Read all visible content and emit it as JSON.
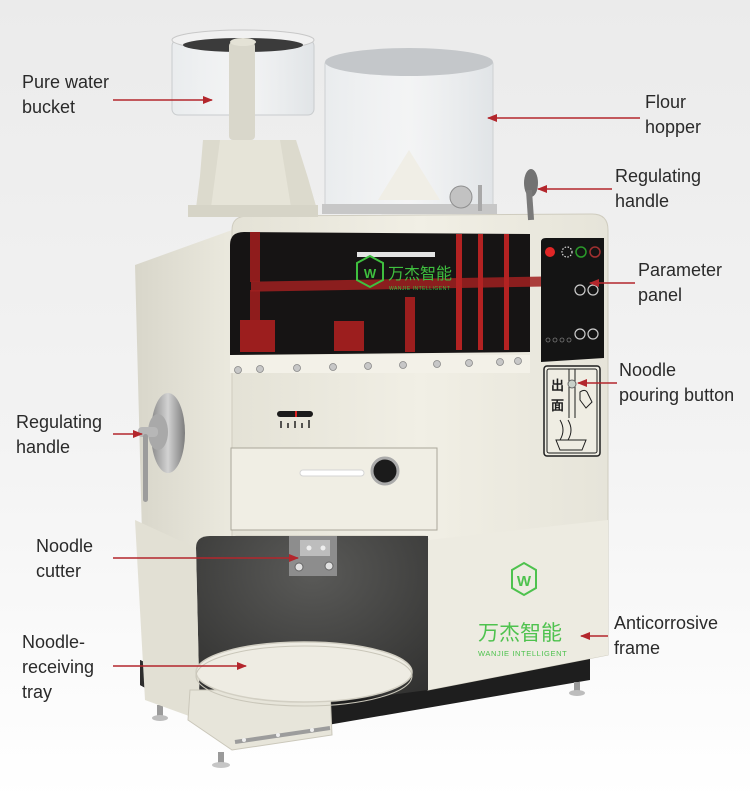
{
  "diagram": {
    "subject": "Noodle making machine",
    "accent_color": "#b3262c",
    "brand_color": "#3fbf3f",
    "brand": {
      "name_cn": "万杰智能",
      "name_en": "WANJIE INTELLIGENT",
      "logo_letter": "W"
    },
    "panel_button_text": {
      "vertical_cn_1": "出",
      "vertical_cn_2": "面"
    },
    "labels": [
      {
        "id": "pure-water-bucket",
        "line1": "Pure water",
        "line2": "bucket",
        "side": "left"
      },
      {
        "id": "flour-hopper",
        "line1": "Flour",
        "line2": "hopper",
        "side": "right"
      },
      {
        "id": "regulating-handle-top",
        "line1": "Regulating",
        "line2": "handle",
        "side": "right"
      },
      {
        "id": "parameter-panel",
        "line1": "Parameter",
        "line2": "panel",
        "side": "right"
      },
      {
        "id": "noodle-pouring-button",
        "line1": "Noodle",
        "line2": "pouring button",
        "side": "right"
      },
      {
        "id": "regulating-handle-side",
        "line1": "Regulating",
        "line2": "handle",
        "side": "left"
      },
      {
        "id": "noodle-cutter",
        "line1": "Noodle",
        "line2": "cutter",
        "side": "left"
      },
      {
        "id": "noodle-receiving-tray",
        "line1": "Noodle-",
        "line2": "receiving",
        "line3": "tray",
        "side": "left"
      },
      {
        "id": "anticorrosive-frame",
        "line1": "Anticorrosive",
        "line2": "frame",
        "side": "right"
      }
    ]
  }
}
